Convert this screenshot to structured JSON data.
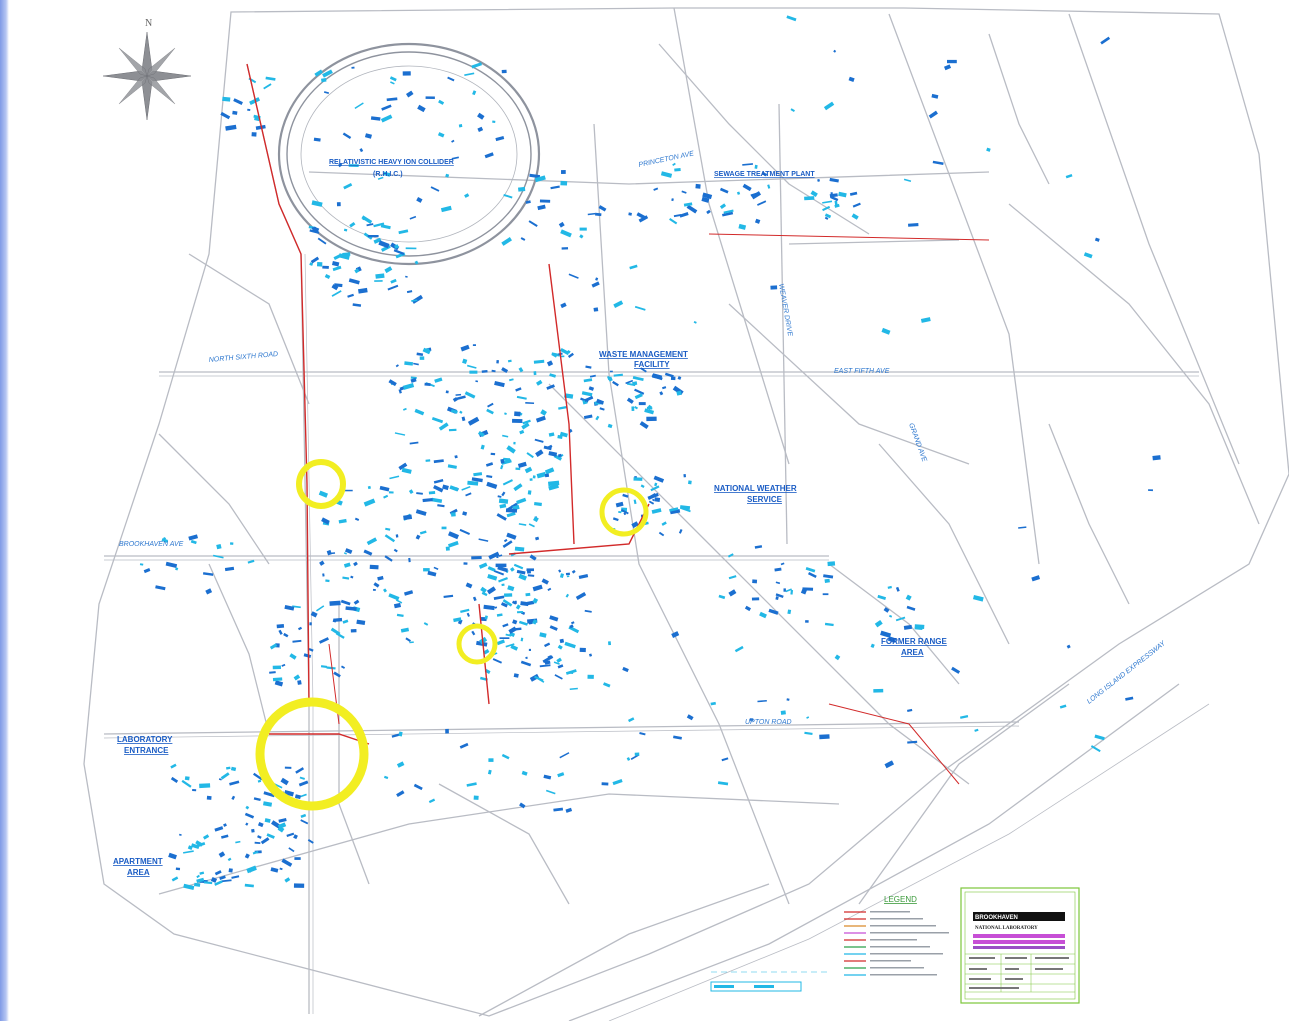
{
  "compass": {
    "north_label": "N",
    "icon": "compass-rose-icon"
  },
  "areas": [
    {
      "id": "rhic",
      "text": "RELATIVISTIC HEAVY ION COLLIDER",
      "text2": "(R.H.I.C.)"
    },
    {
      "id": "sewage",
      "text": "SEWAGE TREATMENT PLANT",
      "text2": ""
    },
    {
      "id": "waste",
      "text": "WASTE MANAGEMENT",
      "text2": "FACILITY"
    },
    {
      "id": "weather",
      "text": "NATIONAL WEATHER",
      "text2": "SERVICE"
    },
    {
      "id": "former-range",
      "text": "FORMER RANGE",
      "text2": "AREA"
    },
    {
      "id": "entrance",
      "text": "LABORATORY",
      "text2": "ENTRANCE"
    },
    {
      "id": "apartment",
      "text": "APARTMENT",
      "text2": "AREA"
    }
  ],
  "roads": [
    {
      "id": "princeton",
      "text": "PRINCETON AVE"
    },
    {
      "id": "east-fifth",
      "text": "EAST FIFTH AVE"
    },
    {
      "id": "north-sixth",
      "text": "NORTH SIXTH ROAD"
    },
    {
      "id": "weaver",
      "text": "WEAVER DRIVE"
    },
    {
      "id": "upton",
      "text": "UPTON ROAD"
    },
    {
      "id": "brookhaven",
      "text": "BROOKHAVEN AVE"
    },
    {
      "id": "long-island",
      "text": "LONG ISLAND EXPRESSWAY"
    },
    {
      "id": "grand",
      "text": "GRAND AVE"
    }
  ],
  "highlights": [
    {
      "id": "circle-west",
      "label": ""
    },
    {
      "id": "circle-east",
      "label": ""
    },
    {
      "id": "circle-central",
      "label": ""
    },
    {
      "id": "circle-entrance",
      "label": ""
    }
  ],
  "legend": {
    "title": "LEGEND",
    "items": [
      "",
      "",
      "",
      "",
      "",
      "",
      "",
      "",
      "",
      ""
    ]
  },
  "title_block": {
    "org": "BROOKHAVEN",
    "org2": "NATIONAL LABORATORY"
  },
  "scale_bar": {
    "label": ""
  },
  "colors": {
    "road_line": "#b9bcc4",
    "building": "#1b6fd0",
    "building_alt": "#22b8e6",
    "utility": "#d22a2a",
    "highlight": "#f2ee22",
    "label": "#1a5cc4",
    "title_block_border": "#7cc63a"
  }
}
